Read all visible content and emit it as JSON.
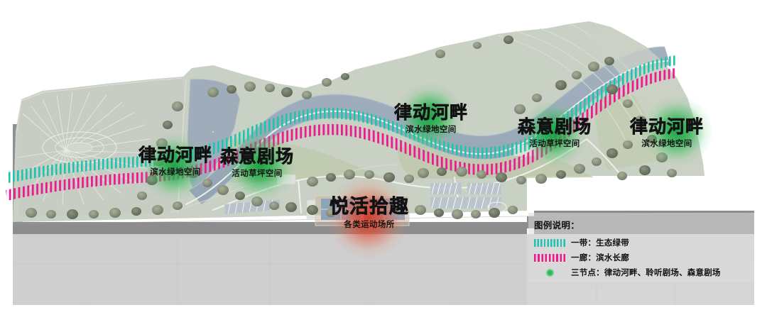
{
  "plan": {
    "nodes": [
      {
        "id": "node-rhythm-riverside-west",
        "title": "律动河畔",
        "subtitle": "滨水绿地空间",
        "glow": "green"
      },
      {
        "id": "node-forest-theatre-west",
        "title": "森意剧场",
        "subtitle": "活动草坪空间",
        "glow": "green"
      },
      {
        "id": "node-rhythm-riverside-mid",
        "title": "律动河畔",
        "subtitle": "滨水绿地空间",
        "glow": "green"
      },
      {
        "id": "node-forest-theatre-east",
        "title": "森意剧场",
        "subtitle": "活动草坪空间",
        "glow": "green"
      },
      {
        "id": "node-rhythm-riverside-east",
        "title": "律动河畔",
        "subtitle": "滨水绿地空间",
        "glow": "green"
      },
      {
        "id": "node-joyful-sports",
        "title": "悦活拾趣",
        "subtitle": "各类运动场所",
        "glow": "red"
      }
    ]
  },
  "legend": {
    "title": "图例说明：",
    "rows": [
      {
        "swatch": "belt-dashed-line",
        "text": "一带：生态绿带"
      },
      {
        "swatch": "corridor-dashed-line",
        "text": "一廊：滨水长廊"
      },
      {
        "swatch": "node-green-dot",
        "text": "三节点：律动河畔、聆听剧场、森意剧场"
      }
    ]
  },
  "colors": {
    "belt_teal": "#1fc4ae",
    "corridor_magenta": "#ec1b8d",
    "node_green": "#27b24e",
    "node_red": "#d6341e",
    "water": "#9aa9b8",
    "road_dark": "#8a8a8a",
    "urban_block": "#d3d3d3",
    "lawn": "#c3cbb6",
    "ground": "#c8cfc3"
  }
}
